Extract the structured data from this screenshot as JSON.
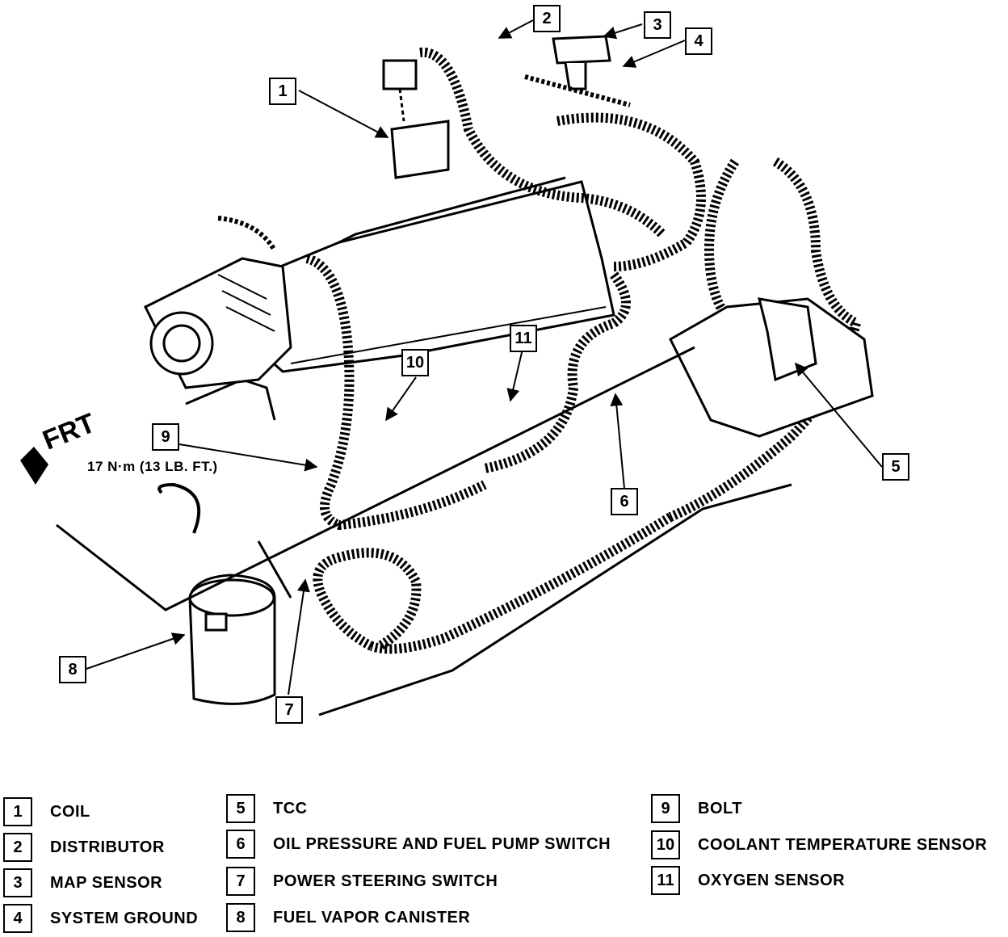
{
  "callouts": [
    "1",
    "2",
    "3",
    "4",
    "5",
    "6",
    "7",
    "8",
    "9",
    "10",
    "11"
  ],
  "torque_annotation": "17 N·m (13 LB. FT.)",
  "direction_label": "FRT",
  "legend": [
    {
      "num": "1",
      "label": "COIL"
    },
    {
      "num": "2",
      "label": "DISTRIBUTOR"
    },
    {
      "num": "3",
      "label": "MAP SENSOR"
    },
    {
      "num": "4",
      "label": "SYSTEM GROUND"
    },
    {
      "num": "5",
      "label": "TCC"
    },
    {
      "num": "6",
      "label": "OIL PRESSURE AND FUEL PUMP SWITCH"
    },
    {
      "num": "7",
      "label": "POWER STEERING SWITCH"
    },
    {
      "num": "8",
      "label": "FUEL VAPOR CANISTER"
    },
    {
      "num": "9",
      "label": "BOLT"
    },
    {
      "num": "10",
      "label": "COOLANT TEMPERATURE SENSOR"
    },
    {
      "num": "11",
      "label": "OXYGEN SENSOR"
    }
  ]
}
